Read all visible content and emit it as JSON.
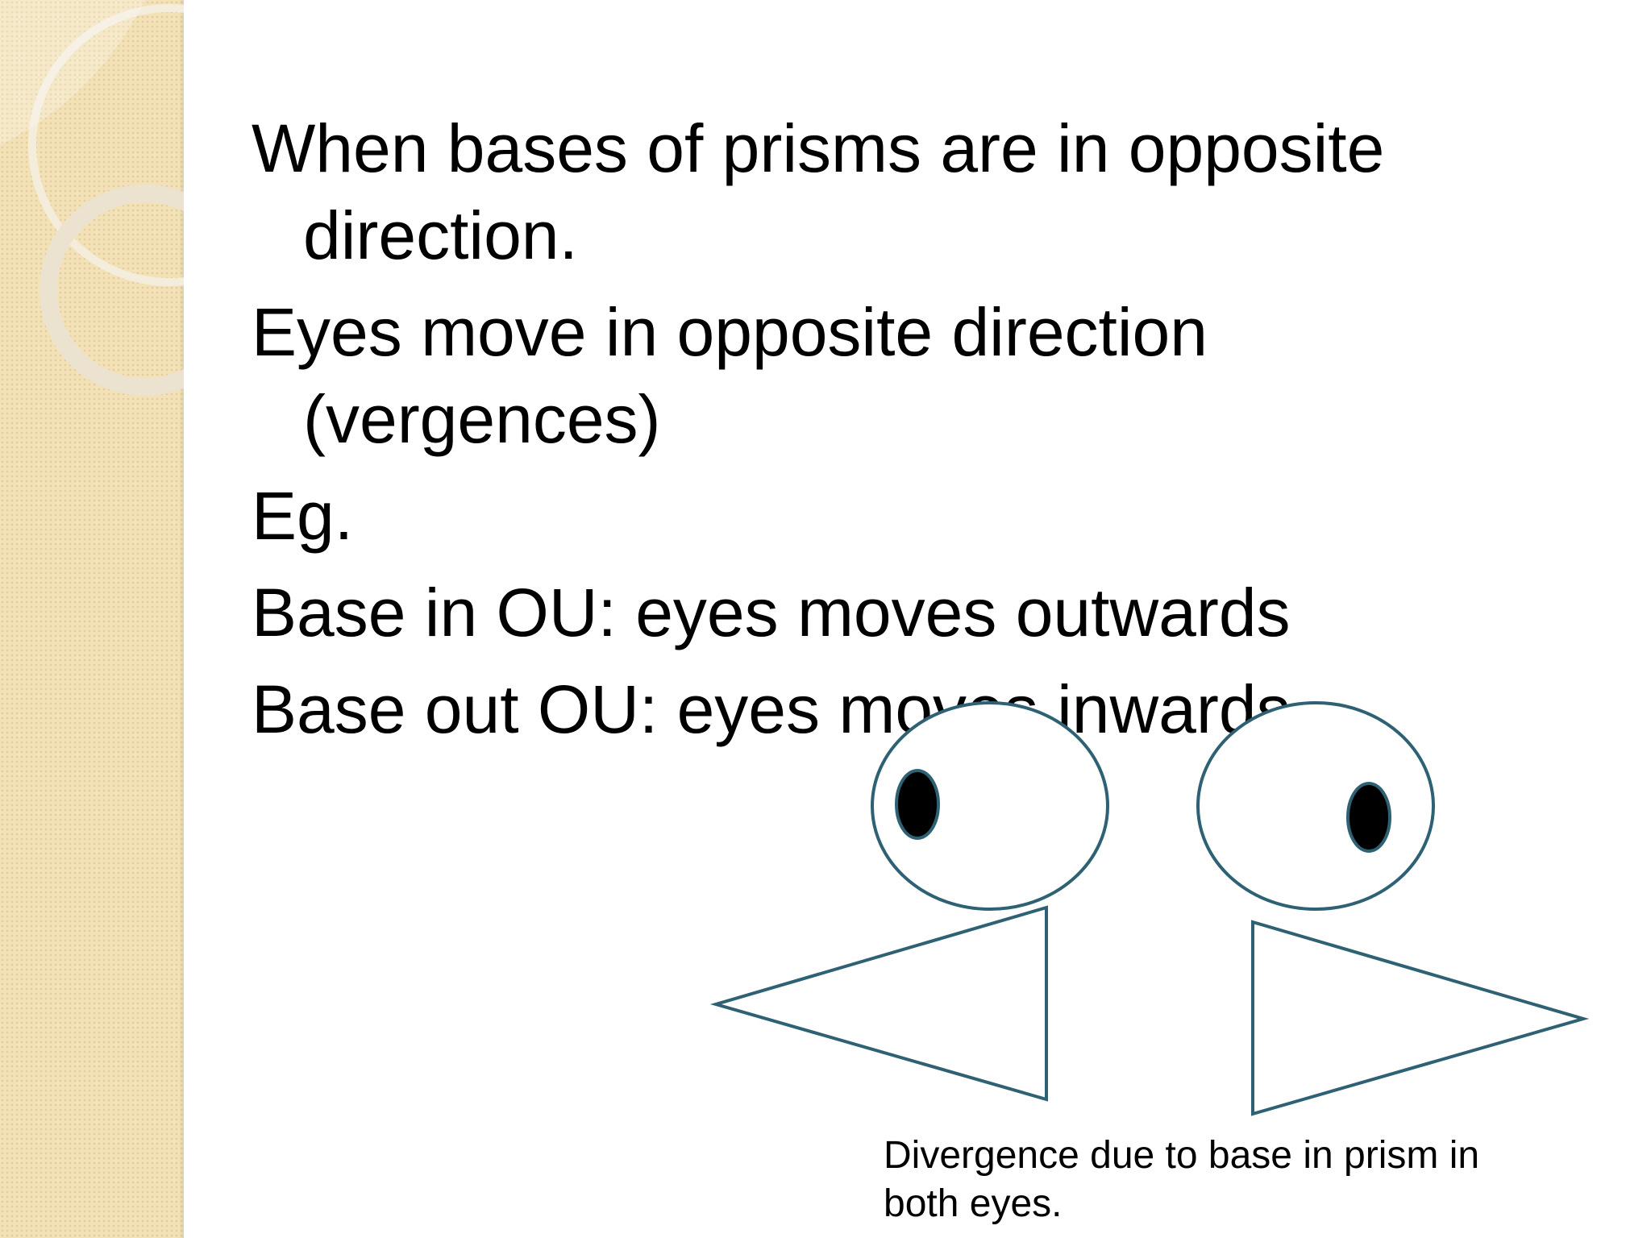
{
  "bullets": [
    "When bases of prisms are in opposite direction.",
    "Eyes move in opposite direction (vergences)",
    "Eg.",
    "Base in OU: eyes moves outwards",
    "Base out OU: eyes moves inwards"
  ],
  "figure": {
    "caption": "Divergence due to base in prism in both eyes.",
    "stroke_color": "#2e6173",
    "pupil_color": "#000000"
  },
  "theme": {
    "side_band_color": "#f3e2b8",
    "ring_color": "#ece2d0"
  }
}
